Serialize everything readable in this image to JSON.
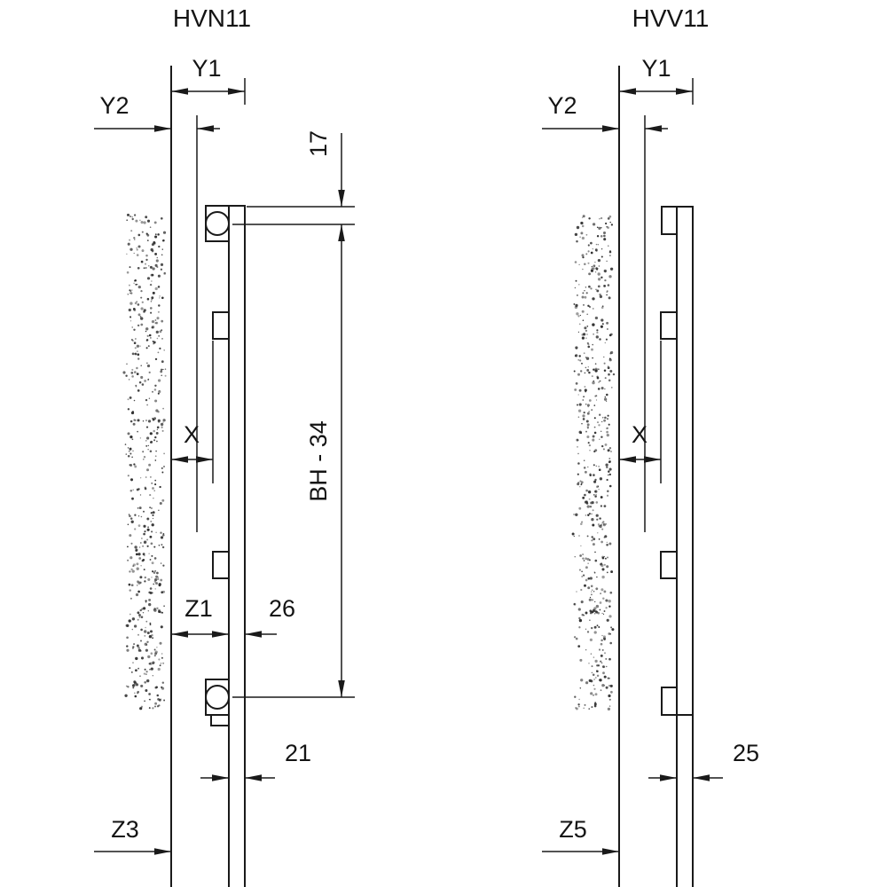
{
  "colors": {
    "background": "#ffffff",
    "line": "#1a1a1a",
    "text": "#141414"
  },
  "diagrams": [
    {
      "title": "HVN11",
      "labels": {
        "y1": "Y1",
        "y2": "Y2",
        "top_offset": "17",
        "height": "BH - 34",
        "x": "X",
        "z1": "Z1",
        "d26": "26",
        "d21": "21",
        "z3": "Z3"
      }
    },
    {
      "title": "HVV11",
      "labels": {
        "y1": "Y1",
        "y2": "Y2",
        "x": "X",
        "d25": "25",
        "z5": "Z5"
      }
    }
  ]
}
